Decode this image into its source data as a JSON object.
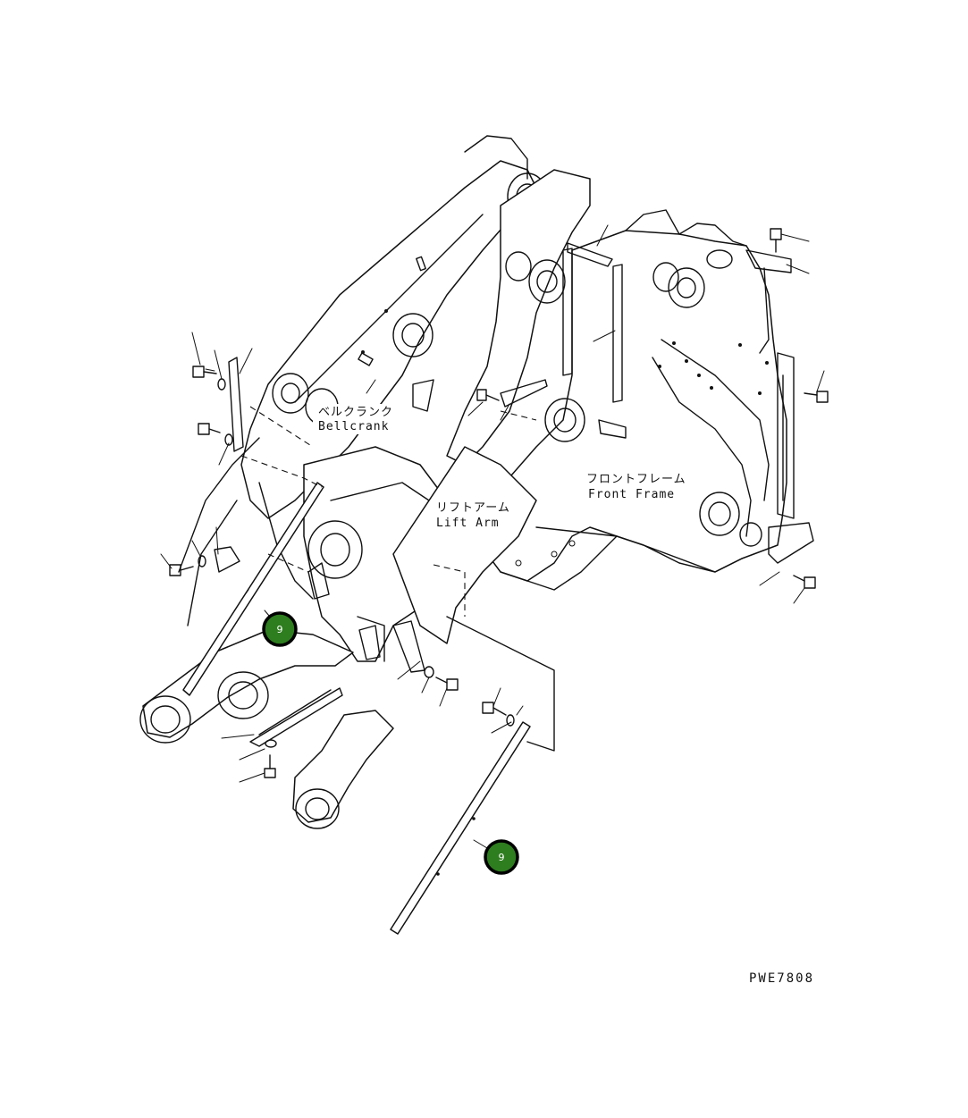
{
  "labels": {
    "bellcrank_jp": "ベルクランク",
    "bellcrank_en": "Bellcrank",
    "lift_arm_jp": "リフトアーム",
    "lift_arm_en": "Lift Arm",
    "front_frame_jp": "フロントフレーム",
    "front_frame_en": "Front Frame"
  },
  "drawing_code": "PWE7808",
  "callouts": [
    {
      "number": "9",
      "color": "#2e7d1f"
    },
    {
      "number": "9",
      "color": "#2e7d1f"
    }
  ]
}
